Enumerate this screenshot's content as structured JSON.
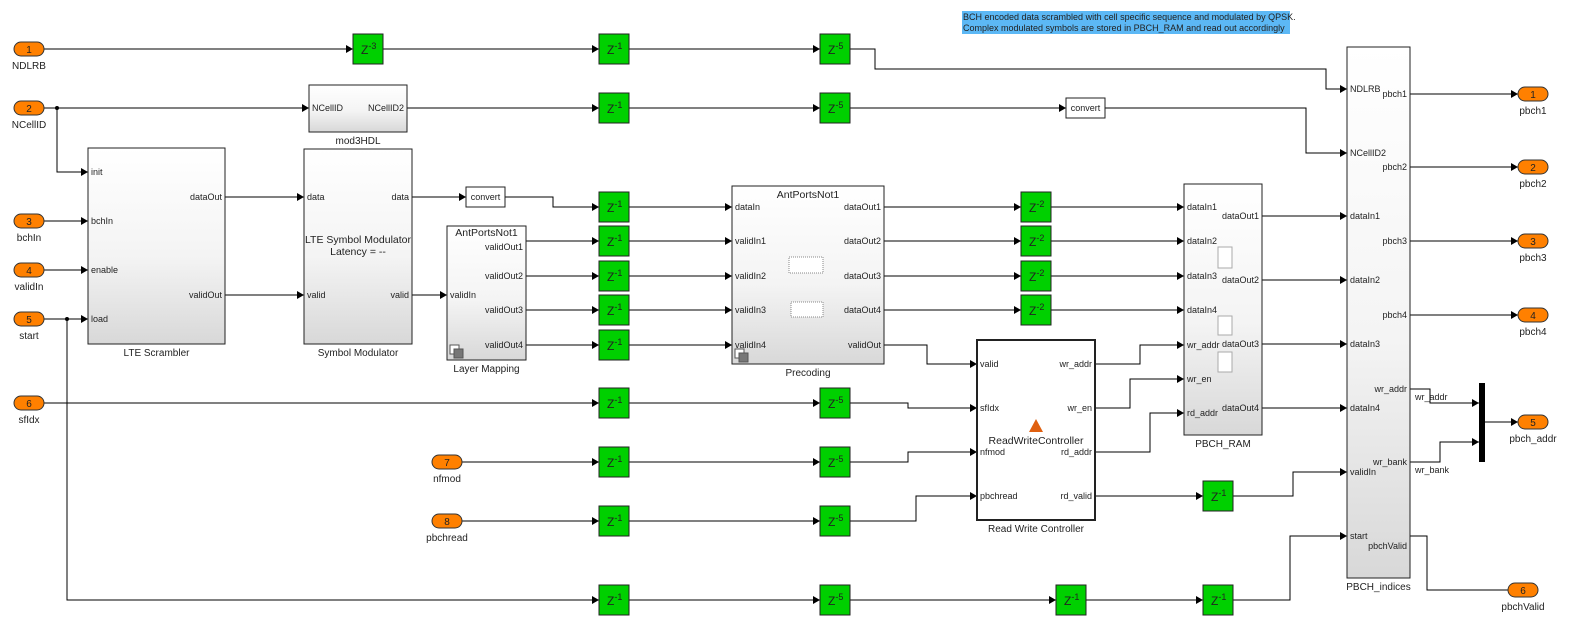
{
  "annotation": {
    "lines": [
      "BCH encoded data scrambled with cell specific sequence and modulated by QPSK.",
      "Complex modulated symbols are stored in PBCH_RAM and read out accordingly"
    ],
    "background": "#5cb8f5"
  },
  "colors": {
    "delay": "#00d000",
    "port": "#ff8000",
    "wire": "#000000"
  },
  "inports": [
    {
      "num": "1",
      "name": "NDLRB"
    },
    {
      "num": "2",
      "name": "NCellID"
    },
    {
      "num": "3",
      "name": "bchIn"
    },
    {
      "num": "4",
      "name": "validIn"
    },
    {
      "num": "5",
      "name": "start"
    },
    {
      "num": "6",
      "name": "sfIdx"
    },
    {
      "num": "7",
      "name": "nfmod"
    },
    {
      "num": "8",
      "name": "pbchread"
    }
  ],
  "outports": [
    {
      "num": "1",
      "name": "pbch1"
    },
    {
      "num": "2",
      "name": "pbch2"
    },
    {
      "num": "3",
      "name": "pbch3"
    },
    {
      "num": "4",
      "name": "pbch4"
    },
    {
      "num": "5",
      "name": "pbch_addr"
    },
    {
      "num": "6",
      "name": "pbchValid"
    }
  ],
  "delays": [
    "-3",
    "-1",
    "-5",
    "-1",
    "-5",
    "-1",
    "-1",
    "-1",
    "-1",
    "-1",
    "-2",
    "-2",
    "-2",
    "-2",
    "-1",
    "-5",
    "-1",
    "-5",
    "-1",
    "-5",
    "-1",
    "-1",
    "-5",
    "-1",
    "-1"
  ],
  "blocks": {
    "scrambler": {
      "name": "LTE Scrambler",
      "inputs": [
        "init",
        "bchIn",
        "enable",
        "load"
      ],
      "outputs": [
        "dataOut",
        "validOut"
      ]
    },
    "mod3": {
      "name": "mod3HDL",
      "inputs": [
        "NCellID"
      ],
      "outputs": [
        "NCellID2"
      ]
    },
    "symmod": {
      "name": "Symbol Modulator",
      "body": [
        "LTE Symbol Modulator",
        "Latency = --"
      ],
      "inputs": [
        "data",
        "valid"
      ],
      "outputs": [
        "data",
        "valid"
      ]
    },
    "convert1": {
      "body": [
        "convert"
      ]
    },
    "convert2": {
      "body": [
        "convert"
      ]
    },
    "layermap": {
      "name": "Layer Mapping",
      "title": "AntPortsNot1",
      "inputs": [
        "validIn"
      ],
      "outputs": [
        "validOut1",
        "validOut2",
        "validOut3",
        "validOut4"
      ]
    },
    "precoding": {
      "name": "Precoding",
      "title": "AntPortsNot1",
      "inputs": [
        "dataIn",
        "validIn1",
        "validIn2",
        "validIn3",
        "validIn4"
      ],
      "outputs": [
        "dataOut1",
        "dataOut2",
        "dataOut3",
        "dataOut4",
        "validOut"
      ]
    },
    "rwc": {
      "name": "Read Write Controller",
      "body": [
        "ReadWriteController"
      ],
      "inputs": [
        "valid",
        "sfIdx",
        "nfmod",
        "pbchread"
      ],
      "outputs": [
        "wr_addr",
        "wr_en",
        "rd_addr",
        "rd_valid"
      ]
    },
    "ram": {
      "name": "PBCH_RAM",
      "inputs": [
        "dataIn1",
        "dataIn2",
        "dataIn3",
        "dataIn4",
        "wr_addr",
        "wr_en",
        "rd_addr"
      ],
      "outputs": [
        "dataOut1",
        "dataOut2",
        "dataOut3",
        "dataOut4"
      ]
    },
    "indices": {
      "name": "PBCH_indices",
      "inputs": [
        "NDLRB",
        "NCellID2",
        "dataIn1",
        "dataIn2",
        "dataIn3",
        "dataIn4",
        "validIn",
        "start"
      ],
      "outputs": [
        "pbch1",
        "pbch2",
        "pbch3",
        "pbch4",
        "wr_addr",
        "wr_bank",
        "pbchValid"
      ]
    }
  },
  "signal_labels": [
    "wr_addr",
    "wr_bank"
  ]
}
